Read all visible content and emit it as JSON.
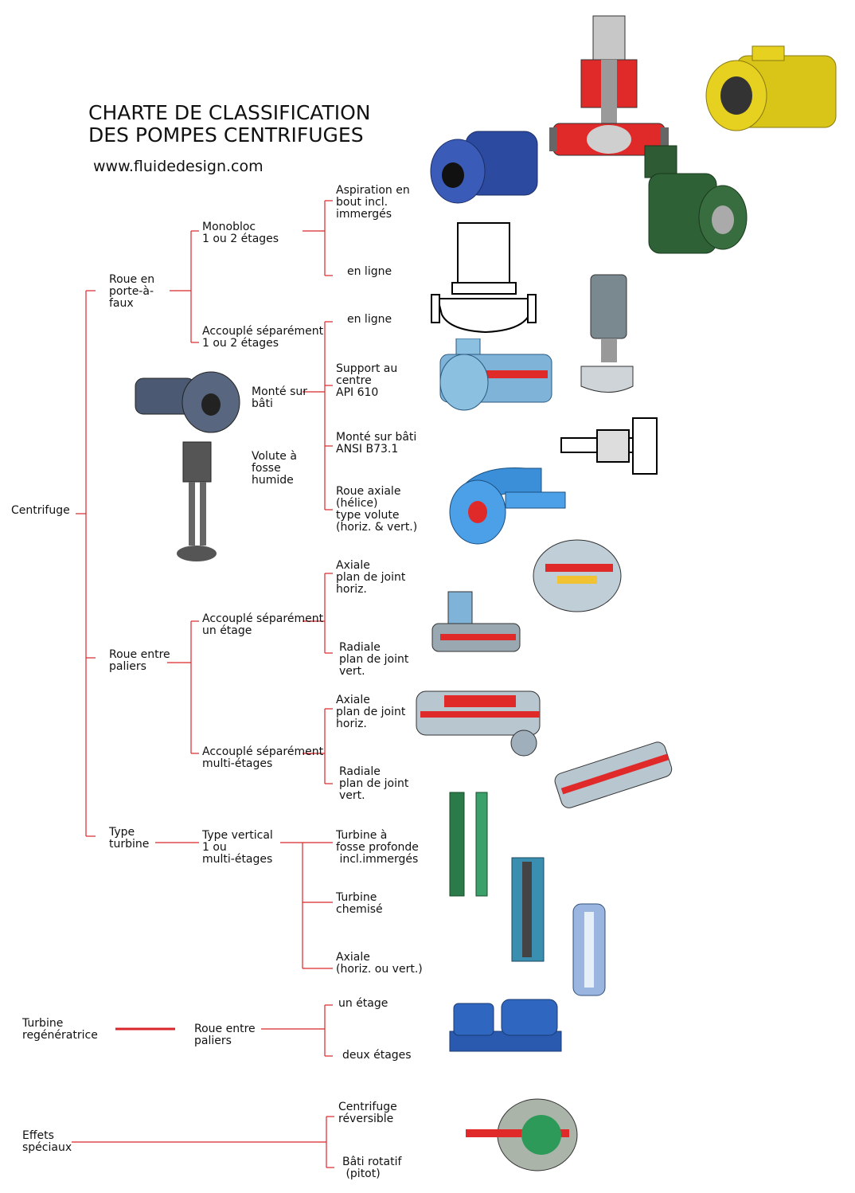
{
  "header": {
    "title_line1": "CHARTE DE CLASSIFICATION",
    "title_line2": "DES POMPES CENTRIFUGES",
    "url": "www.fluidedesign.com"
  },
  "colors": {
    "line": "#d9262b",
    "thick_line": "#d9262b"
  },
  "nodes": {
    "centrifuge": "Centrifuge",
    "roue_porte_a_faux": "Roue en\nporte-à-\nfaux",
    "monobloc": "Monobloc\n1 ou 2 étages",
    "aspiration": "Aspiration en\nbout incl.\nimmergés",
    "en_ligne_1": "en ligne",
    "accouple_sep_1": "Accouplé séparément\n1 ou 2 étages",
    "en_ligne_2": "en ligne",
    "monte_sur_bati": "Monté sur\nbâti",
    "support_centre": "Support au\ncentre\nAPI 610",
    "monte_bati_ansi": "Monté sur bâti\nANSI B73.1",
    "volute_fosse": "Volute à\nfosse\nhumide",
    "roue_axiale": "Roue axiale\n(hélice)\ntype volute\n(horiz. & vert.)",
    "roue_entre_paliers": "Roue entre\npaliers",
    "accouple_un_etage": "Accouplé séparément\nun étage",
    "axiale_1": "Axiale\nplan de joint\nhoriz.",
    "radiale_1": "Radiale\nplan de joint\nvert.",
    "accouple_multi": "Accouplé séparément\nmulti-étages",
    "axiale_2": "Axiale\nplan de joint\nhoriz.",
    "radiale_2": "Radiale\nplan de joint\nvert.",
    "type_turbine": "Type\nturbine",
    "type_vertical": "Type vertical\n1 ou\nmulti-étages",
    "turbine_fosse": "Turbine à\nfosse profonde\n incl.immergés",
    "turbine_chemise": "Turbine\nchemisé",
    "axiale_3": "Axiale\n(horiz. ou vert.)",
    "turbine_regen": "Turbine\nregénératrice",
    "roue_entre_paliers_2": "Roue entre\npaliers",
    "un_etage": "un étage",
    "deux_etages": "deux étages",
    "effets_speciaux": "Effets\nspéciaux",
    "centrifuge_reversible": "Centrifuge\nréversible",
    "bati_rotatif": "Bâti rotatif\n (pitot)"
  }
}
